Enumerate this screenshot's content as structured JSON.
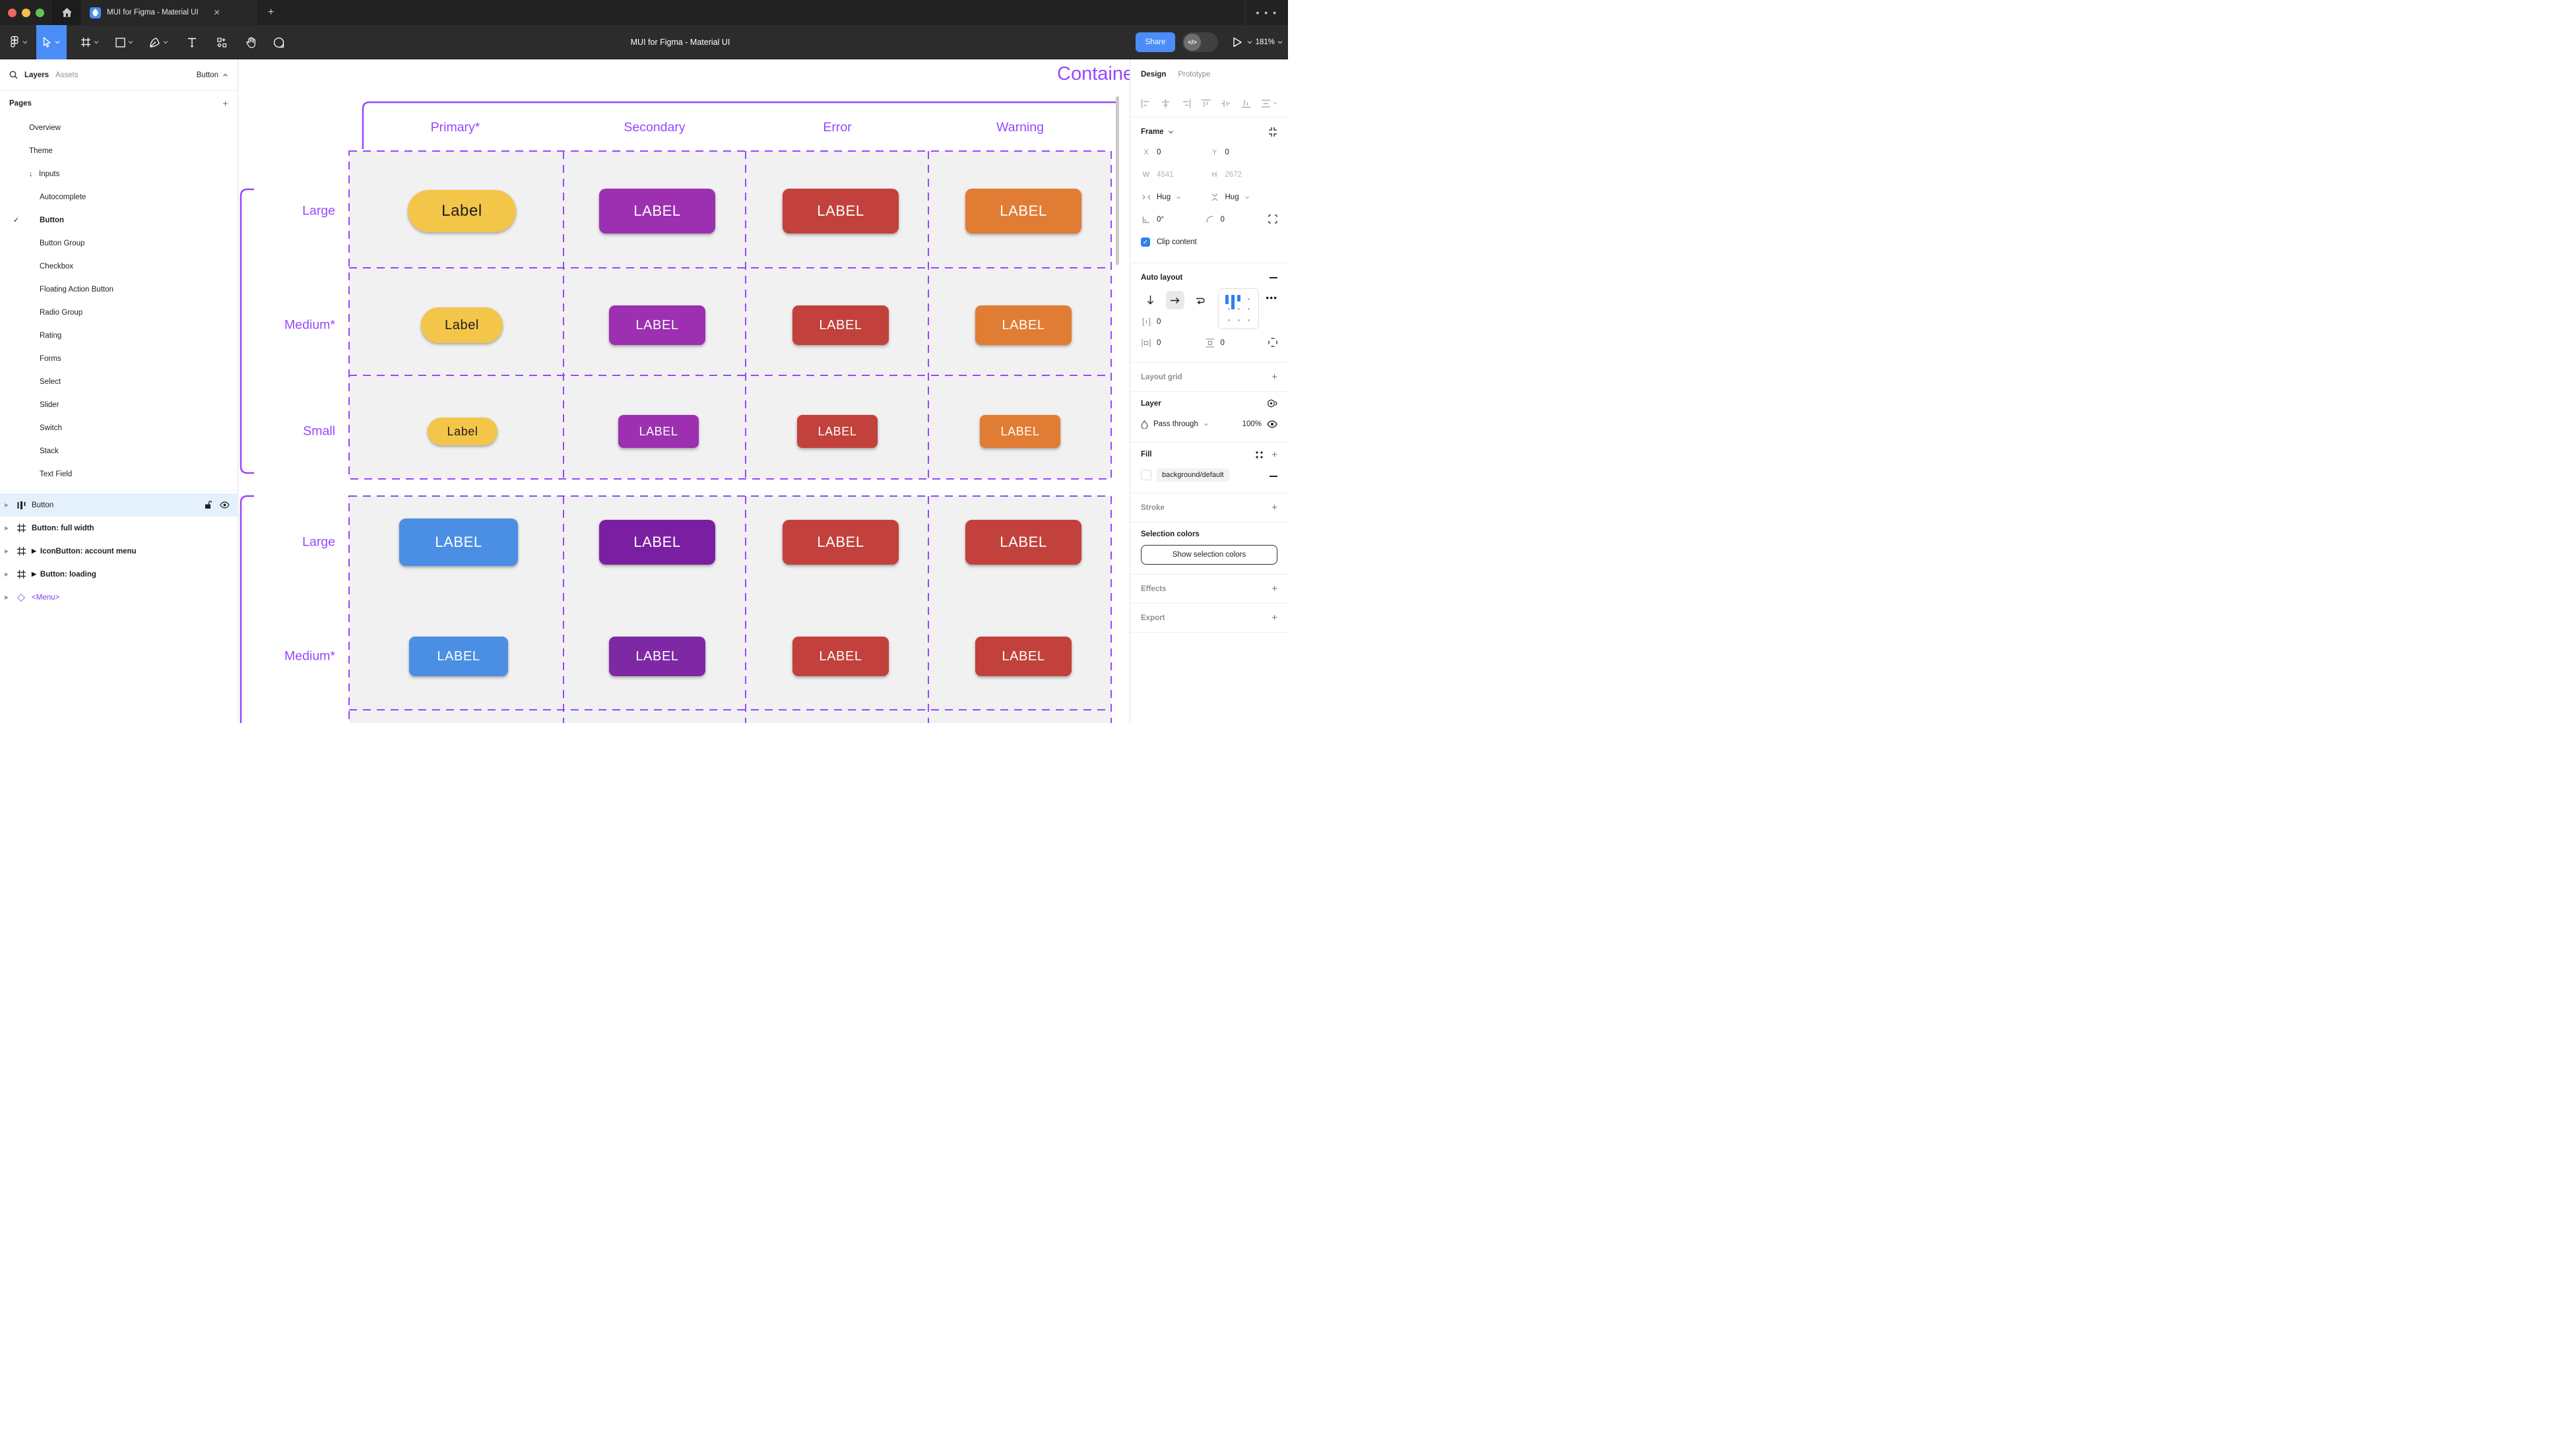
{
  "window": {
    "tab_title": "MUI for Figma - Material UI",
    "close_glyph": "✕",
    "new_tab_glyph": "+",
    "more_glyph": "• • •",
    "traffic": {
      "red": "#EE6A5F",
      "yellow": "#F5BD4F",
      "green": "#61C355"
    }
  },
  "toolbar": {
    "doc_title": "MUI for Figma - Material UI",
    "share_label": "Share",
    "dev_toggle_label": "</>",
    "zoom_level": "181%",
    "accent": "#4A8DF6"
  },
  "sidebar": {
    "tab_layers": "Layers",
    "tab_assets": "Assets",
    "page_indicator": "Button",
    "pages_header": "Pages",
    "pages": [
      {
        "label": "Overview"
      },
      {
        "label": "Theme"
      },
      {
        "label": "Inputs",
        "arrow": "↓"
      },
      {
        "label": "Autocomplete"
      },
      {
        "label": "Button",
        "check": "✓"
      },
      {
        "label": "Button Group"
      },
      {
        "label": "Checkbox"
      },
      {
        "label": "Floating Action Button"
      },
      {
        "label": "Radio Group"
      },
      {
        "label": "Rating"
      },
      {
        "label": "Forms"
      },
      {
        "label": "Select"
      },
      {
        "label": "Slider"
      },
      {
        "label": "Switch"
      },
      {
        "label": "Stack"
      },
      {
        "label": "Text Field"
      }
    ],
    "layers": [
      {
        "label": "Button"
      },
      {
        "label": "Button: full width"
      },
      {
        "label": "IconButton: account menu",
        "play": "▶"
      },
      {
        "label": "Button: loading",
        "play": "▶"
      },
      {
        "label": "<Menu>"
      }
    ]
  },
  "canvas": {
    "heading": "Contained",
    "accent": "#9747FF",
    "columns": [
      "Primary*",
      "Secondary",
      "Error",
      "Warning"
    ],
    "rows": [
      "Large",
      "Medium*",
      "Small",
      "Large",
      "Medium*"
    ],
    "buttons": [
      [
        {
          "label": "Label",
          "bg": "#F3C64A",
          "fg": "#1d1d1d"
        },
        {
          "label": "LABEL",
          "bg": "#9C30B0",
          "fg": "#ffffff"
        },
        {
          "label": "LABEL",
          "bg": "#C2413C",
          "fg": "#ffffff"
        },
        {
          "label": "LABEL",
          "bg": "#E17C34",
          "fg": "#ffffff"
        }
      ],
      [
        {
          "label": "Label",
          "bg": "#F3C64A",
          "fg": "#1d1d1d"
        },
        {
          "label": "LABEL",
          "bg": "#9C30B0",
          "fg": "#ffffff"
        },
        {
          "label": "LABEL",
          "bg": "#C2413C",
          "fg": "#ffffff"
        },
        {
          "label": "LABEL",
          "bg": "#E17C34",
          "fg": "#ffffff"
        }
      ],
      [
        {
          "label": "Label",
          "bg": "#F3C64A",
          "fg": "#1d1d1d"
        },
        {
          "label": "LABEL",
          "bg": "#9C30B0",
          "fg": "#ffffff"
        },
        {
          "label": "LABEL",
          "bg": "#C2413C",
          "fg": "#ffffff"
        },
        {
          "label": "LABEL",
          "bg": "#E17C34",
          "fg": "#ffffff"
        }
      ],
      [
        {
          "label": "LABEL",
          "bg": "#4A8FE3",
          "fg": "#ffffff"
        },
        {
          "label": "LABEL",
          "bg": "#7B1FA2",
          "fg": "#ffffff"
        },
        {
          "label": "LABEL",
          "bg": "#C2413C",
          "fg": "#ffffff"
        },
        {
          "label": "LABEL",
          "bg": "#C2413C",
          "fg": "#ffffff"
        }
      ],
      [
        {
          "label": "LABEL",
          "bg": "#4A8FE3",
          "fg": "#ffffff"
        },
        {
          "label": "LABEL",
          "bg": "#7E28A6",
          "fg": "#ffffff"
        },
        {
          "label": "LABEL",
          "bg": "#C2413C",
          "fg": "#ffffff"
        },
        {
          "label": "LABEL",
          "bg": "#C2413C",
          "fg": "#ffffff"
        }
      ]
    ]
  },
  "inspector": {
    "tab_design": "Design",
    "tab_prototype": "Prototype",
    "frame": {
      "title": "Frame",
      "x_label": "X",
      "x_value": "0",
      "y_label": "Y",
      "y_value": "0",
      "w_label": "W",
      "w_value": "4541",
      "h_label": "H",
      "h_value": "2672",
      "hug_h": "Hug",
      "hug_v": "Hug",
      "rotation": "0°",
      "radius": "0",
      "clip_label": "Clip content",
      "clip_check": "✓"
    },
    "auto_layout": {
      "title": "Auto layout",
      "gap": "0",
      "pad_h": "0",
      "pad_v": "0",
      "more": "…"
    },
    "layout_grid_title": "Layout grid",
    "layer": {
      "title": "Layer",
      "blend": "Pass through",
      "opacity": "100%"
    },
    "fill": {
      "title": "Fill",
      "style_name": "background/default"
    },
    "stroke_title": "Stroke",
    "selection_colors": {
      "title": "Selection colors",
      "button_label": "Show selection colors"
    },
    "effects_title": "Effects",
    "export_title": "Export"
  }
}
